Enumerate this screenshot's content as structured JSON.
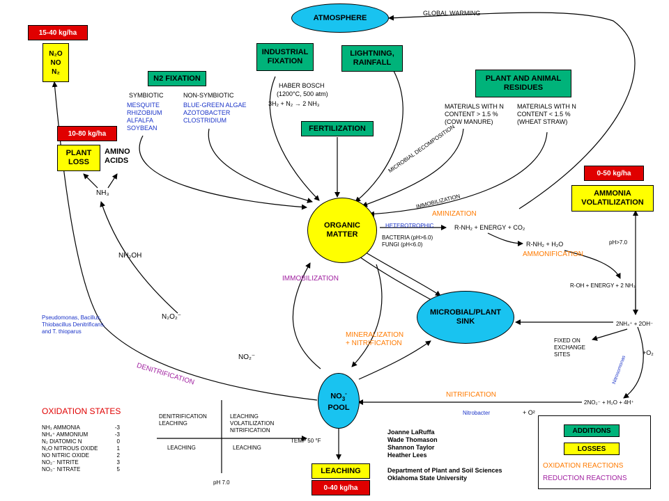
{
  "nodes": {
    "atmosphere": "ATMOSPHERE",
    "global_warming": "GLOBAL WARMING",
    "industrial": "INDUSTRIAL FIXATION",
    "lightning": "LIGHTNING, RAINFALL",
    "n2fix": "N2 FIXATION",
    "plant_animal": "PLANT AND ANIMAL RESIDUES",
    "fertilization": "FERTILIZATION",
    "organic": "ORGANIC MATTER",
    "microbial": "MICROBIAL/PLANT SINK",
    "no3_pool": "POOL",
    "plant_loss": "PLANT LOSS",
    "amino": "AMINO ACIDS",
    "ammonia_vol": "AMMONIA VOLATILIZATION",
    "leaching_box": "LEACHING"
  },
  "rates": {
    "top_left": "15-40 kg/ha",
    "plant": "10-80 kg/ha",
    "ammonia": "0-50 kg/ha",
    "leaching": "0-40 kg/ha"
  },
  "gases": [
    "N₂O",
    "NO",
    "N₂"
  ],
  "labels": {
    "symbiotic": "SYMBIOTIC",
    "non_symbiotic": "NON-SYMBIOTIC",
    "sym_list": [
      "MESQUITE",
      "RHIZOBIUM",
      "ALFALFA",
      "SOYBEAN"
    ],
    "nonsym_list": [
      "BLUE-GREEN ALGAE",
      "AZOTOBACTER",
      "CLOSTRIDIUM"
    ],
    "haber": "HABER BOSCH",
    "haber_cond": "(1200°C, 500 atm)",
    "haber_eq": "3H₂ + N₂ → 2 NH₃",
    "mat_high": [
      "MATERIALS WITH N",
      "CONTENT > 1.5 %",
      "(COW MANURE)"
    ],
    "mat_low": [
      "MATERIALS WITH N",
      "CONTENT < 1.5 %",
      "(WHEAT STRAW)"
    ],
    "microbial_decomp": "MICROBIAL DECOMPOSITION",
    "immob_diag": "IMMOBILIZATION",
    "aminization": "AMINIZATION",
    "heterotrophic": "HETEROTROPHIC",
    "aminization_eq": "R-NH₂ + ENERGY + CO₂",
    "bacteria": "BACTERIA (pH>6.0)",
    "fungi": "FUNGI (pH<6.0)",
    "amm_eq1": "R-NH₂ + H₂O",
    "ammonification": "AMMONIFICATION",
    "ph7": "pH>7.0",
    "amm_eq2": "R-OH + ENERGY + 2 NH₃",
    "nh4_eq": "2NH₄⁺ + 2OH⁻",
    "fixed": [
      "FIXED ON",
      "EXCHANGE",
      "SITES"
    ],
    "plus_o2": "+O₂",
    "nitrosomonas": "Nitrosomonas",
    "nitrification": "NITRIFICATION",
    "nitrobacter": "Nitrobacter",
    "plus_o2b": "+ O²",
    "no2_eq": "2NO₂⁻ + H₂O + 4H⁺",
    "immobilization": "IMMOBILIZATION",
    "mineralization": [
      "MINERALIZATION",
      "+ NITRIFICATION"
    ],
    "nh3": "NH₃",
    "nh2oh": "NH₂OH",
    "n2o2": "N₂O₂⁻",
    "no2": "NO₂⁻",
    "denitrification": "DENITRIFICATION",
    "pseudomonas": [
      "Pseudomonas, Bacillus,",
      "Thiobacillus Denitrificans,",
      "and T. thioparus"
    ],
    "ox_title": "OXIDATION STATES",
    "temp": "TEMP 50 °F",
    "ph70": "pH 7.0",
    "q_tl": [
      "DENITRIFICATION",
      "LEACHING"
    ],
    "q_tr": [
      "LEACHING",
      "VOLATILIZATION",
      "NITRIFICATION"
    ],
    "q_bl": "LEACHING",
    "q_br": "LEACHING"
  },
  "oxidation_states": [
    {
      "name": "NH₃ AMMONIA",
      "v": "-3"
    },
    {
      "name": "NH₄⁺ AMMONIUM",
      "v": "-3"
    },
    {
      "name": "N₂ DIATOMIC N",
      "v": "0"
    },
    {
      "name": "N₂O NITROUS OXIDE",
      "v": "1"
    },
    {
      "name": "NO NITRIC OXIDE",
      "v": "2"
    },
    {
      "name": "NO₂⁻ NITRITE",
      "v": "3"
    },
    {
      "name": "NO₃⁻ NITRATE",
      "v": "5"
    }
  ],
  "credits": [
    "Joanne LaRuffa",
    "Wade Thomason",
    "Shannon Taylor",
    "Heather Lees",
    "",
    "Department of Plant and Soil Sciences",
    "Oklahoma State University"
  ],
  "legend": {
    "additions": "ADDITIONS",
    "losses": "LOSSES",
    "oxidation": "OXIDATION REACTIONS",
    "reduction": "REDUCTION REACTIONS"
  },
  "colors": {
    "green": "#00b37a",
    "yellow": "#ffff00",
    "red": "#e00000",
    "cyan": "#19c3f0",
    "blue": "#1a33c8",
    "orange": "#ff7a00",
    "purple": "#a020a0"
  }
}
